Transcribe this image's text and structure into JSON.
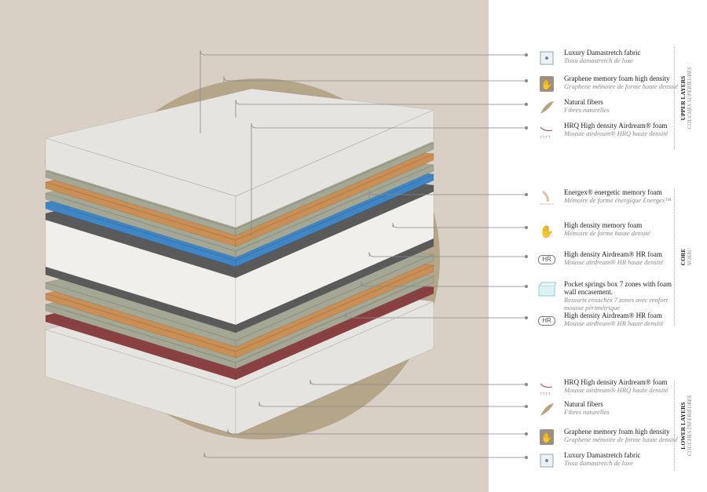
{
  "colors": {
    "left_bg": "#d8d0c4",
    "circle": "#b5a68a",
    "red": "#8a4040",
    "orange": "#c98f55",
    "grey": "#a4a794",
    "blue": "#3f86c7",
    "dark": "#5a5a5a",
    "fabric": "#e6e4e0"
  },
  "sections": [
    {
      "title": "UPPER LAYERS",
      "subtitle": "COUCHES SUPÉRIEURES"
    },
    {
      "title": "CORE",
      "subtitle": "NOYAU"
    },
    {
      "title": "LOWER LAYERS",
      "subtitle": "COUCHES INFÉRIEURES"
    }
  ],
  "items": [
    {
      "icon": "fabric-icon",
      "en": "Luxury Damastretch fabric",
      "fr": "Tissu damastretch de luxe"
    },
    {
      "icon": "hand-graphene-icon",
      "en": "Graphene memory foam high density",
      "fr": "Graphene mémoire de forme haute densité"
    },
    {
      "icon": "leaf-icon",
      "en": "Natural fibers",
      "fr": "Fibres naturelles"
    },
    {
      "icon": "airdream-hrq-icon",
      "en": "HRQ High density Airdream® foam",
      "fr": "Mousse airdream® HRQ haute densité"
    },
    {
      "icon": "energex-icon",
      "en": "Energex® energetic memory foam",
      "fr": "Mémoire de forme énergique Energex™"
    },
    {
      "icon": "hand-memory-icon",
      "en": "High density memory foam",
      "fr": "Mémoire de forme haute densité"
    },
    {
      "icon": "hr-icon",
      "icon_text": "HR",
      "en": "High density Airdream® HR foam",
      "fr": "Mousse airdream® HR haute densité"
    },
    {
      "icon": "pocket-springs-icon",
      "en": "Pocket springs box 7 zones with foam wall encasement.",
      "fr": "Ressorts ensachés 7 zones avec renfort mousse périmétrique"
    },
    {
      "icon": "hr-icon",
      "icon_text": "HR",
      "en": "High density Airdream® HR foam",
      "fr": "Mousse airdream® HR haute densité"
    },
    {
      "icon": "airdream-hrq-icon",
      "en": "HRQ High density Airdream® foam",
      "fr": "Mousse airdream® HRQ haute densité"
    },
    {
      "icon": "leaf-icon",
      "en": "Natural fibers",
      "fr": "Fibres naturelles"
    },
    {
      "icon": "hand-graphene-icon",
      "en": "Graphene memory foam high density",
      "fr": "Graphene mémoire de forme haute densité"
    },
    {
      "icon": "fabric-icon",
      "en": "Luxury Damastretch fabric",
      "fr": "Tissu damastretch de luxe"
    }
  ]
}
